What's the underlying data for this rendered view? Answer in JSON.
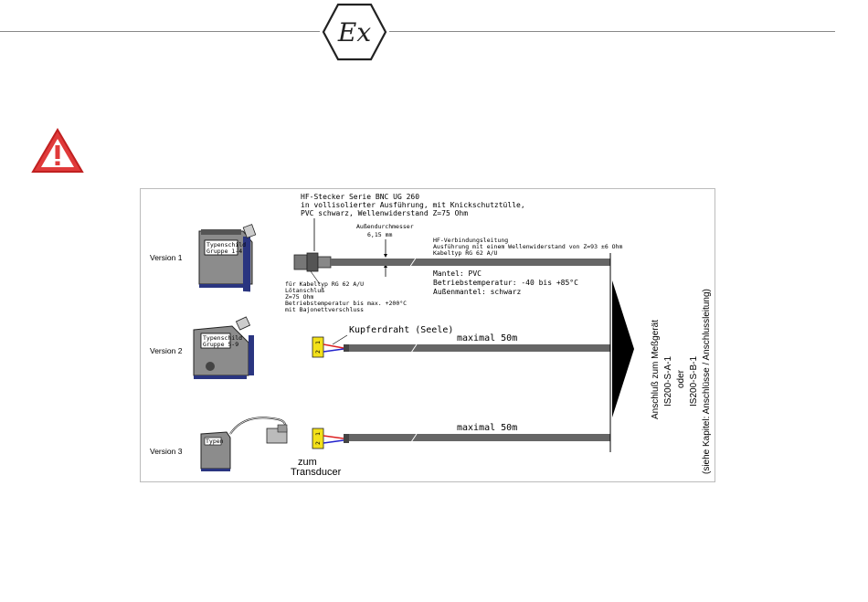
{
  "header": {
    "symbol_text": "Ex"
  },
  "figure": {
    "versions": [
      "Version 1",
      "Version 2",
      "Version 3"
    ],
    "device_labels": {
      "v1": [
        "Typenschild",
        "Gruppe 1-4"
      ],
      "v2": [
        "Typenschild",
        "Gruppe 5-9"
      ],
      "v3": [
        "Typen"
      ]
    },
    "hf_plug": [
      "HF-Stecker Serie BNC  UG 260",
      "in vollisolierter Ausführung, mit Knickschutztülle,",
      "PVC schwarz, Wellenwiderstand Z=75 Ohm"
    ],
    "diameter": [
      "Außendurchmesser",
      "6,15 mm"
    ],
    "connection_line": [
      "HF-Verbindungsleitung",
      "Ausführung mit einem Wellenwiderstand von Z=93 ±6 Ohm",
      "Kabeltyp RG 62 A/U"
    ],
    "cable_props": [
      "Mantel: PVC",
      "Betriebstemperatur: -40 bis +85°C",
      "Außenmantel: schwarz"
    ],
    "plug_props": [
      "für Kabeltyp RG 62 A/U",
      "Lötanschluß",
      "Z=75 Ohm",
      "Betriebstemperatur bis max. +200°C",
      "mit Bajonettverschluss"
    ],
    "copper_wire": "Kupferdraht (Seele)",
    "max_length": "maximal 50m",
    "terminal_1": "1",
    "terminal_2": "2",
    "transducer": [
      "zum",
      "Transducer"
    ],
    "vertical_text": [
      "Anschluß zum Meßgerät",
      "IS200-S-A-1",
      "oder",
      "IS200-S-B-1",
      "(siehe Kapitel: Anschlüsse / Anschlussleitung)"
    ]
  }
}
